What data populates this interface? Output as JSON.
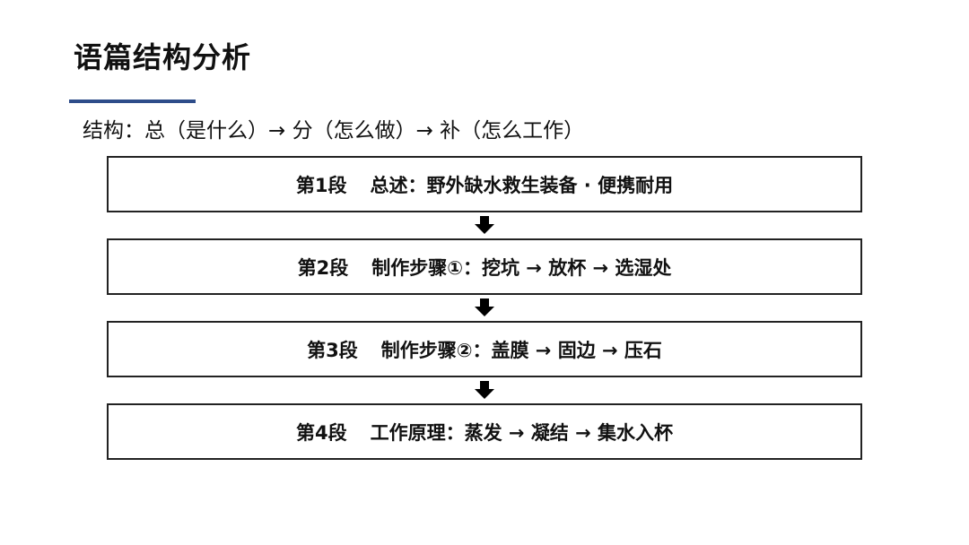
{
  "page": {
    "title": "语篇结构分析",
    "accent_color": "#2e4d8a"
  },
  "structure": {
    "text": "结构：总（是什么）→ 分（怎么做）→ 补（怎么工作）"
  },
  "flow": {
    "arrow_icon": "down-arrow-icon",
    "boxes": [
      {
        "label": "第1段",
        "content": "总述：野外缺水救生装备 · 便携耐用"
      },
      {
        "label": "第2段",
        "content": "制作步骤①：挖坑 → 放杯 → 选湿处"
      },
      {
        "label": "第3段",
        "content": "制作步骤②：盖膜 → 固边 → 压石"
      },
      {
        "label": "第4段",
        "content": "工作原理：蒸发 → 凝结 → 集水入杯"
      }
    ]
  }
}
